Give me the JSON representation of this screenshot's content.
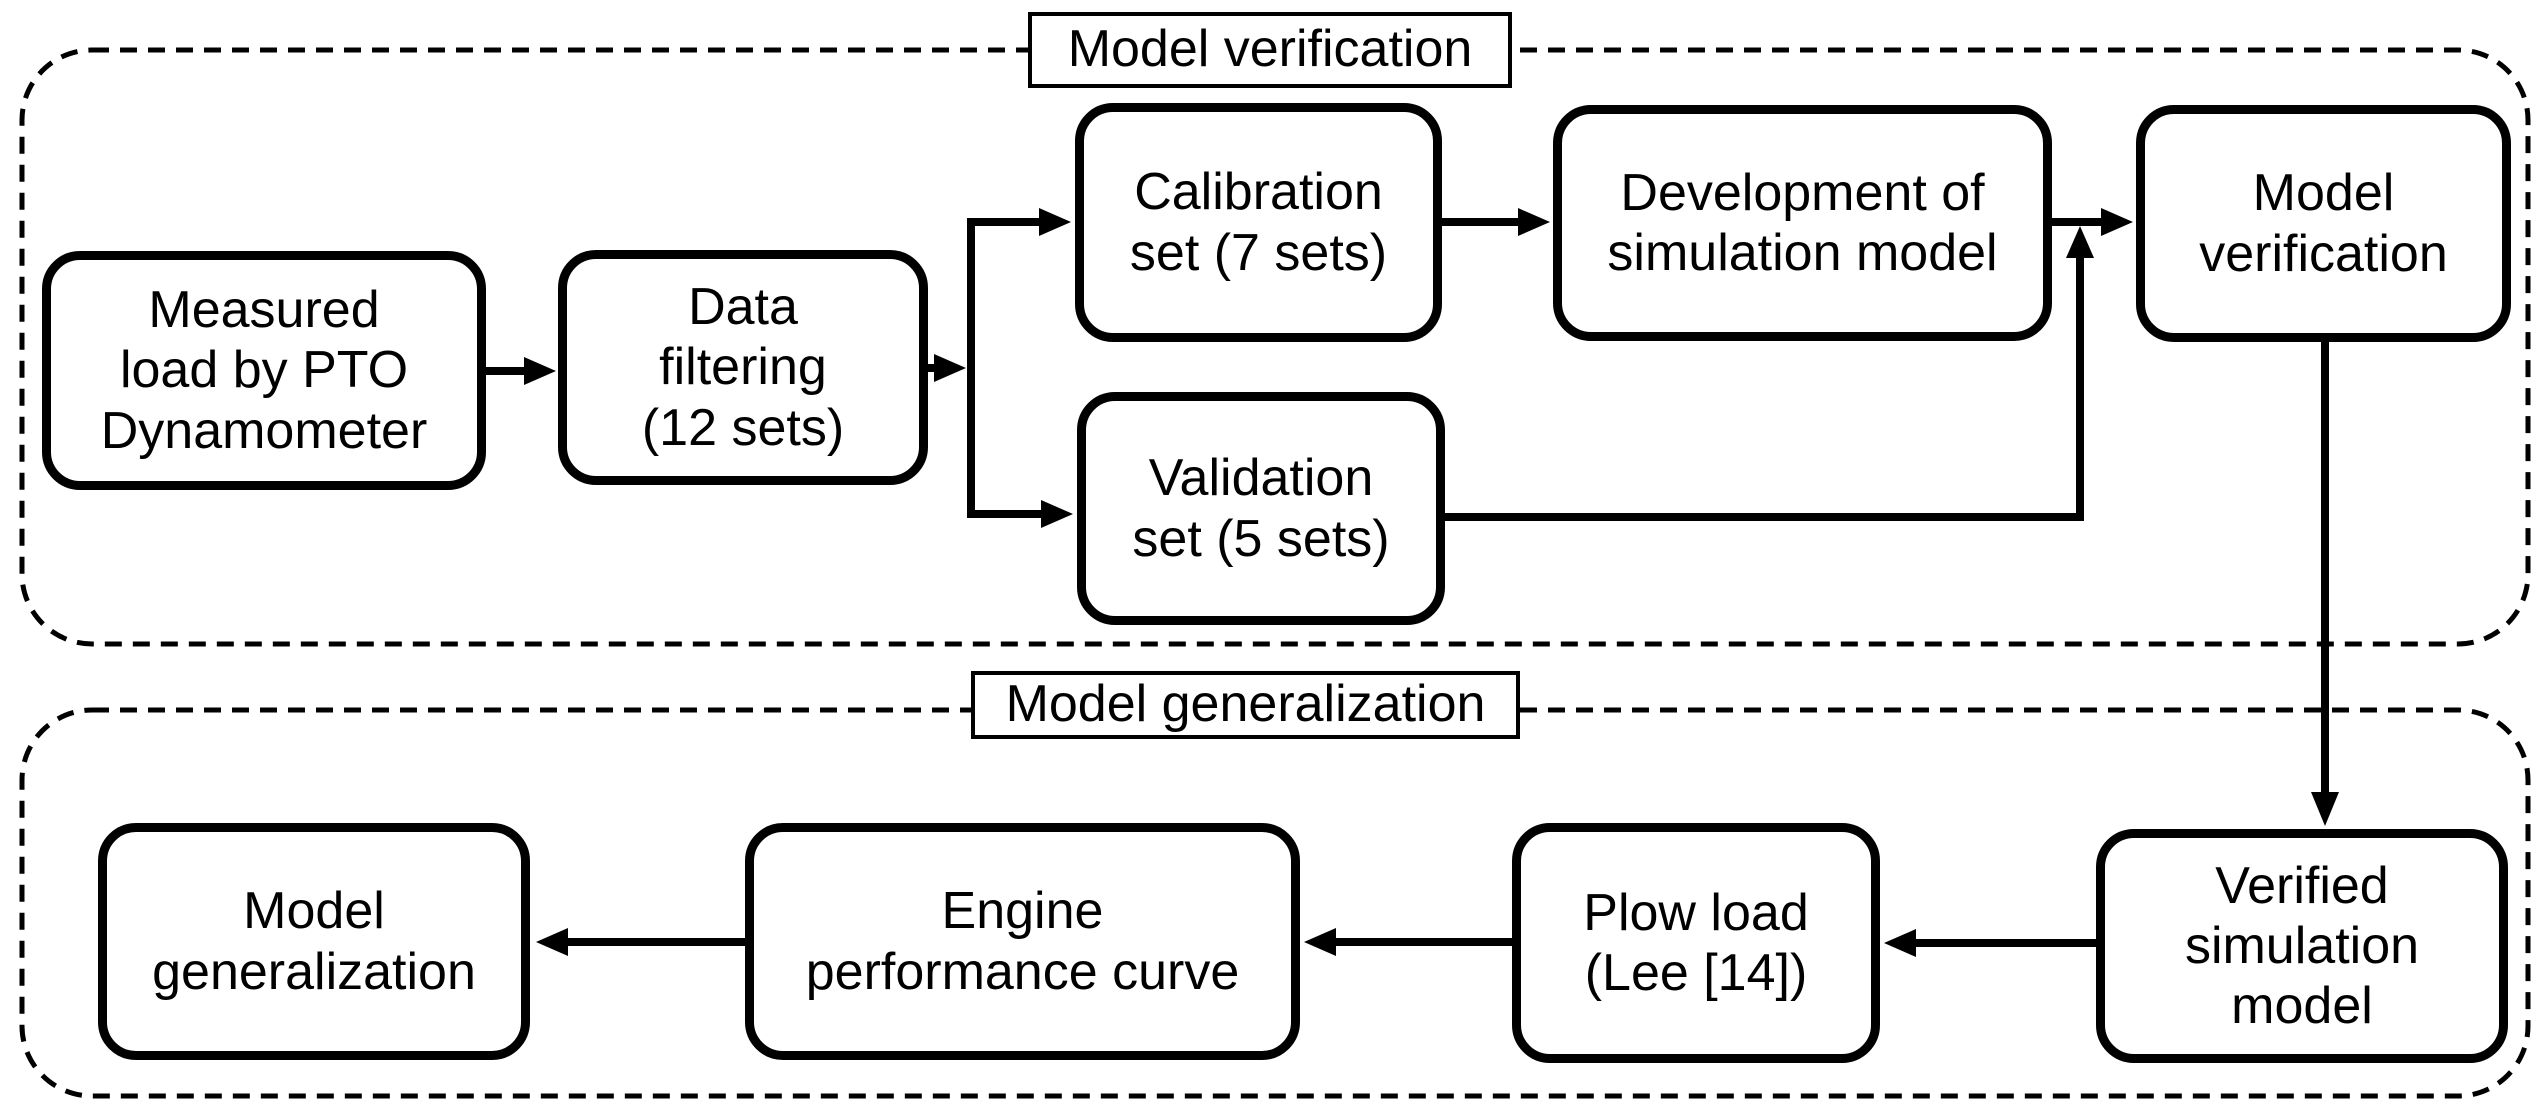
{
  "diagram": {
    "sections": {
      "verification": {
        "label": "Model verification"
      },
      "generalization": {
        "label": "Model generalization"
      }
    },
    "nodes": {
      "measured_load": {
        "label": "Measured\nload by PTO\nDynamometer"
      },
      "data_filtering": {
        "label": "Data\nfiltering\n(12 sets)"
      },
      "calibration_set": {
        "label": "Calibration\nset (7 sets)"
      },
      "validation_set": {
        "label": "Validation\nset (5 sets)"
      },
      "development": {
        "label": "Development of\nsimulation model"
      },
      "model_verification": {
        "label": "Model\nverification"
      },
      "verified_model": {
        "label": "Verified\nsimulation\nmodel"
      },
      "plow_load": {
        "label": "Plow load\n(Lee [14])"
      },
      "engine_curve": {
        "label": "Engine\nperformance curve"
      },
      "model_generalization": {
        "label": "Model\ngeneralization"
      }
    },
    "colors": {
      "stroke": "#000000",
      "background": "#ffffff"
    }
  }
}
